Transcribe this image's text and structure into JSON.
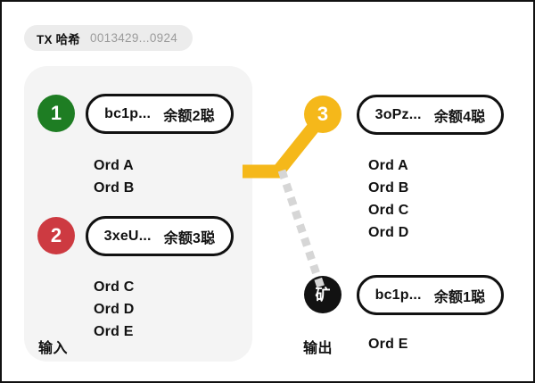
{
  "header": {
    "label": "TX 哈希",
    "value": "0013429...0924"
  },
  "colors": {
    "input_1_badge": "#1e7d23",
    "input_2_badge": "#cd3a41",
    "output_badge": "#f5b81a",
    "miner_badge": "#121212",
    "flow_line": "#f5b81a",
    "fee_line": "#d6d6d6",
    "card_bg": "#f4f4f4",
    "pill_border": "#111111"
  },
  "inputs": {
    "caption": "输入",
    "items": [
      {
        "badge": "1",
        "address": "bc1p...",
        "amount": "余额2聪",
        "ordinals": [
          "Ord A",
          "Ord B"
        ]
      },
      {
        "badge": "2",
        "address": "3xeU...",
        "amount": "余额3聪",
        "ordinals": [
          "Ord C",
          "Ord D",
          "Ord E"
        ]
      }
    ]
  },
  "outputs": {
    "caption": "输出",
    "items": [
      {
        "badge": "3",
        "address": "3oPz...",
        "amount": "余额4聪",
        "ordinals": [
          "Ord A",
          "Ord B",
          "Ord C",
          "Ord D"
        ]
      },
      {
        "badge": "矿",
        "address": "bc1p...",
        "amount": "余额1聪",
        "ordinals": [
          "Ord E"
        ]
      }
    ]
  }
}
